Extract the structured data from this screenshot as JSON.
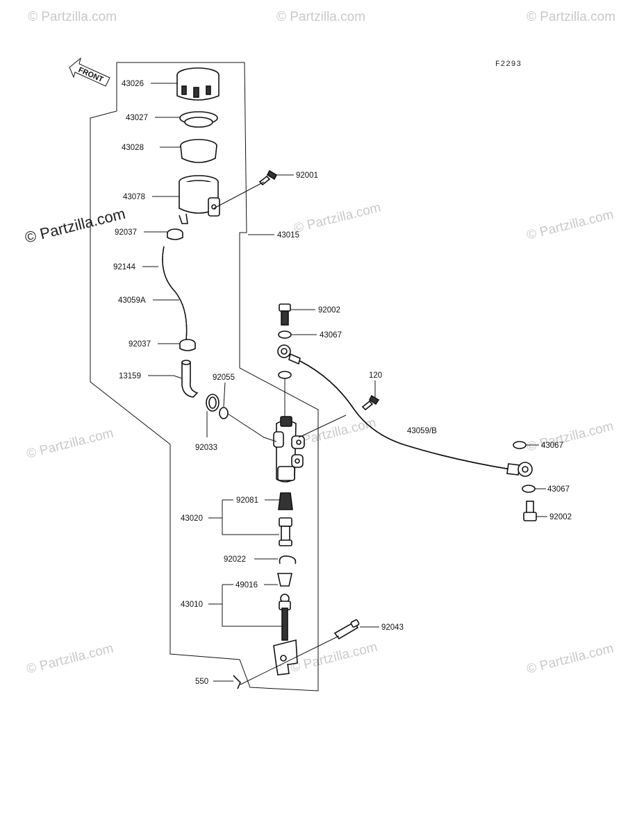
{
  "diagram_code": "F2293",
  "front_label": "FRONT",
  "watermarks": {
    "brand": "© Partzilla.com",
    "brand_lower": "© Partzilla.com"
  },
  "callouts": {
    "p43026": "43026",
    "p43027": "43027",
    "p43028": "43028",
    "p92001": "92001",
    "p43078": "43078",
    "p92037a": "92037",
    "p43015": "43015",
    "p92144": "92144",
    "p43059a": "43059A",
    "p92037b": "92037",
    "p13159": "13159",
    "p92055": "92055",
    "p92033": "92033",
    "p92002a": "92002",
    "p43067a": "43067",
    "p120": "120",
    "p43059b": "43059/B",
    "p43067b": "43067",
    "p43067c": "43067",
    "p92002b": "92002",
    "p92081": "92081",
    "p43020": "43020",
    "p92022": "92022",
    "p49016": "49016",
    "p43010": "43010",
    "p92043": "92043",
    "p550": "550"
  }
}
